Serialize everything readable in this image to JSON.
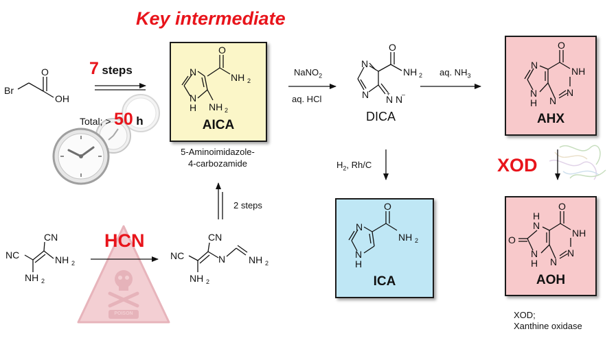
{
  "title": "Key intermediate",
  "route_top": {
    "steps_number": "7",
    "steps_word": "steps",
    "total_label": "Total; >",
    "total_number": "50",
    "total_unit": "h"
  },
  "reagents": {
    "nitrite": "NaNO",
    "nitrite_sub": "2",
    "acid": "aq. HCl",
    "ammonia": "aq. NH",
    "ammonia_sub": "3",
    "hydrogenation": "H",
    "hydrogenation_sub": "2",
    "catalyst": ", Rh/C",
    "two_steps": "2 steps"
  },
  "compounds": {
    "aica": "AICA",
    "aica_fullname_1": "5-Aminoimidazole-",
    "aica_fullname_2": "4-carbozamide",
    "dica": "DICA",
    "ahx": "AHX",
    "ica": "ICA",
    "aoh": "AOH"
  },
  "enzyme": {
    "name": "XOD",
    "note_1": "XOD;",
    "note_2": "Xanthine oxidase"
  },
  "hazard": {
    "label": "HCN",
    "sign": "POISON"
  },
  "atoms": {
    "br": "Br",
    "o": "O",
    "oh": "OH",
    "n": "N",
    "h": "H",
    "nh": "NH",
    "hn": "HN",
    "nh2": "NH",
    "two": "2",
    "cn": "CN",
    "nc": "NC",
    "h2n": "H",
    "h2n_n": "N"
  },
  "colors": {
    "accent_red": "#e8141b",
    "aica_box": "#fbf6c8",
    "ahx_box": "#f8c9cb",
    "ica_box": "#bfe7f5",
    "hazard_fill": "#f3cfd3"
  }
}
